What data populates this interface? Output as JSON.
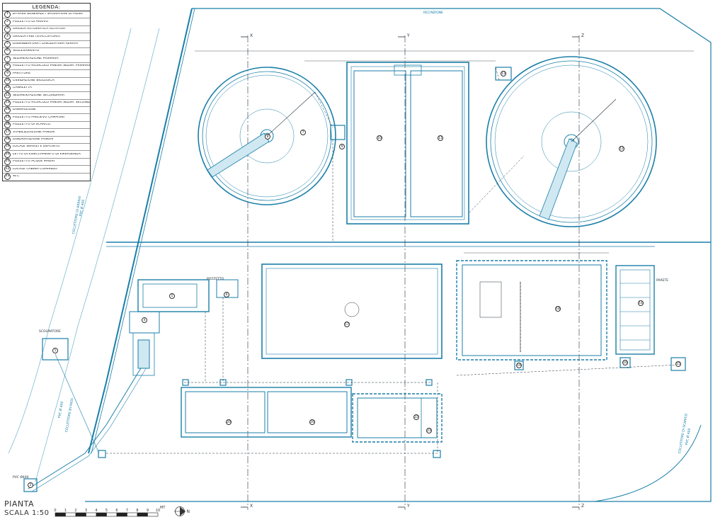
{
  "legend": {
    "title": "LEGENDA:",
    "items": [
      {
        "n": "1",
        "text": "BY-PASS GENERALE / SFIORATORE DI PIENA"
      },
      {
        "n": "2",
        "text": "POZZETTO DI ARRIVO"
      },
      {
        "n": "3",
        "text": "GRIGLIA AUTOMATICA ROTATIVA"
      },
      {
        "n": "4",
        "text": "GRIGLIA FINE (STACCIATURA)"
      },
      {
        "n": "5",
        "text": "DISSABBIATURA / DISOLEATURA AERATA"
      },
      {
        "n": "6",
        "text": "SOLLEVAMENTO"
      },
      {
        "n": "7",
        "text": "SEDIMENTAZIONE PRIMARIA"
      },
      {
        "n": "8",
        "text": "POZZETTO RICIRCOLO FANGHI SEDIM. PRIMARIA"
      },
      {
        "n": "9",
        "text": "PARTITORE"
      },
      {
        "n": "10",
        "text": "OSSIDAZIONE BIOLOGICA"
      },
      {
        "n": "11",
        "text": "CANALETTA"
      },
      {
        "n": "12",
        "text": "SEDIMENTAZIONE SECONDARIA"
      },
      {
        "n": "13",
        "text": "POZZETTO RICIRCOLO FANGHI SEDIM. SECONDARIA"
      },
      {
        "n": "14",
        "text": "DISINFEZIONE"
      },
      {
        "n": "15",
        "text": "POZZETTO PRELIEVO CAMPIONI"
      },
      {
        "n": "16",
        "text": "POZZETTO DI SCARICO"
      },
      {
        "n": "17",
        "text": "STABILIZZAZIONE FANGHI"
      },
      {
        "n": "18",
        "text": "DISIDRATAZIONE FANGHI"
      },
      {
        "n": "19",
        "text": "LOCALE SERVIZI E DEPOSITO"
      },
      {
        "n": "20",
        "text": "LETTO DI ESSICCAMENTO DI EMERGENZA"
      },
      {
        "n": "21",
        "text": "POZZETTO ACQUE MADRI"
      },
      {
        "n": "22",
        "text": "LOCALE CABINA COMANDO"
      },
      {
        "n": "23",
        "text": "W.C."
      }
    ]
  },
  "title": "PIANTA",
  "scale": "SCALA 1:50",
  "scale_bar": {
    "labels": [
      "0",
      "1",
      "2",
      "3",
      "4",
      "5",
      "6",
      "7",
      "8",
      "9",
      "10"
    ],
    "unit": "MT"
  },
  "north_label": "N",
  "axes": {
    "x": "X",
    "y": "Y",
    "z": "Z"
  },
  "labels": {
    "scolmatore": "SCOLMATORE",
    "collettore_arrivo": "COLLETTORE DI ARRIVO",
    "pvc_arrivo": "PVC Ø 400",
    "collettore_bypass": "COLLETTORE BY-PASS",
    "pvc_bypass": "PVC Ø 400",
    "collettore_scarico": "COLLETTORE DI SCARICO",
    "pvc_scarico": "PVC Ø 400",
    "pvc_inlet": "PVC Ø400",
    "recinzione": "RECINZIONE",
    "pozzetto": "POZZETTO",
    "parete": "PARETE"
  },
  "colors": {
    "line": "#1b7fa8",
    "dark": "#23313a",
    "accent": "#0a9fd0"
  }
}
